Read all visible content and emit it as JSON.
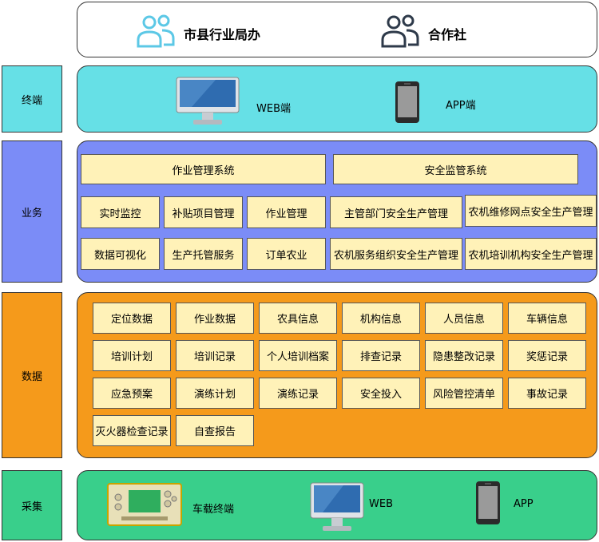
{
  "top": {
    "users": [
      {
        "label": "市县行业局办",
        "icon": "users-icon-cyan"
      },
      {
        "label": "合作社",
        "icon": "users-icon-dark"
      }
    ]
  },
  "layers": {
    "terminal": {
      "label": "终端",
      "color": "#66e0e6",
      "items": [
        {
          "label": "WEB端",
          "icon": "monitor-icon"
        },
        {
          "label": "APP端",
          "icon": "phone-icon"
        }
      ]
    },
    "business": {
      "label": "业务",
      "color": "#7b8cf7",
      "systems": [
        "作业管理系统",
        "安全监管系统"
      ],
      "row1": [
        "实时监控",
        "补贴项目管理",
        "作业管理",
        "主管部门安全生产管理",
        "农机维修网点安全生产管理"
      ],
      "row2": [
        "数据可视化",
        "生产托管服务",
        "订单农业",
        "农机服务组织安全生产管理",
        "农机培训机构安全生产管理"
      ]
    },
    "data": {
      "label": "数据",
      "color": "#f59a1b",
      "cells": [
        "定位数据",
        "作业数据",
        "农具信息",
        "机构信息",
        "人员信息",
        "车辆信息",
        "培训计划",
        "培训记录",
        "个人培训档案",
        "排查记录",
        "隐患整改记录",
        "奖惩记录",
        "应急预案",
        "演练计划",
        "演练记录",
        "安全投入",
        "风险管控清单",
        "事故记录",
        "灭火器检查记录",
        "自查报告"
      ]
    },
    "collect": {
      "label": "采集",
      "color": "#39cf8b",
      "items": [
        {
          "label": "车载终端",
          "icon": "vehicle-terminal-icon"
        },
        {
          "label": "WEB",
          "icon": "monitor-icon"
        },
        {
          "label": "APP",
          "icon": "phone-icon"
        }
      ]
    }
  }
}
